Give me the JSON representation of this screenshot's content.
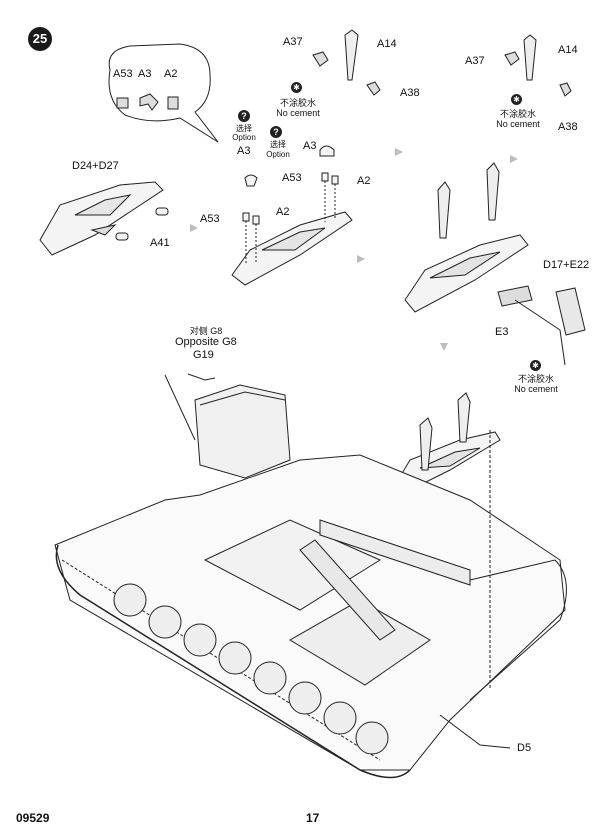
{
  "step": {
    "number": "25"
  },
  "footer": {
    "product_code": "09529",
    "page_number": "17"
  },
  "icons": {
    "question": "question-circle-icon",
    "no_cement": "no-cement-icon",
    "arrow": "flow-arrow-icon"
  },
  "labels": {
    "detail_a53": "A53",
    "detail_a3": "A3",
    "detail_a2": "A2",
    "mudguard_left": "D24+D27",
    "mudguard_left_a41": "A41",
    "center_a37": "A37",
    "center_a14": "A14",
    "center_a38": "A38",
    "center_no_cement_cn": "不涂胶水",
    "center_no_cement_en": "No cement",
    "opt1_cn": "选择",
    "opt1_en": "Option",
    "opt1_a3": "A3",
    "opt2_cn": "选择",
    "opt2_en": "Option",
    "opt2_a3": "A3",
    "center_a53_lower": "A53",
    "center_a2_lower": "A2",
    "center_a53_left": "A53",
    "center_a2_mid": "A2",
    "right_a37": "A37",
    "right_a14": "A14",
    "right_a38": "A38",
    "right_no_cement_cn": "不涂胶水",
    "right_no_cement_en": "No cement",
    "right_d17": "D17+E22",
    "right_e3": "E3",
    "right2_no_cement_cn": "不涂胶水",
    "right2_no_cement_en": "No cement",
    "g8_cn": "对侧 G8",
    "g8_en": "Opposite G8",
    "g19": "G19",
    "d5": "D5"
  }
}
